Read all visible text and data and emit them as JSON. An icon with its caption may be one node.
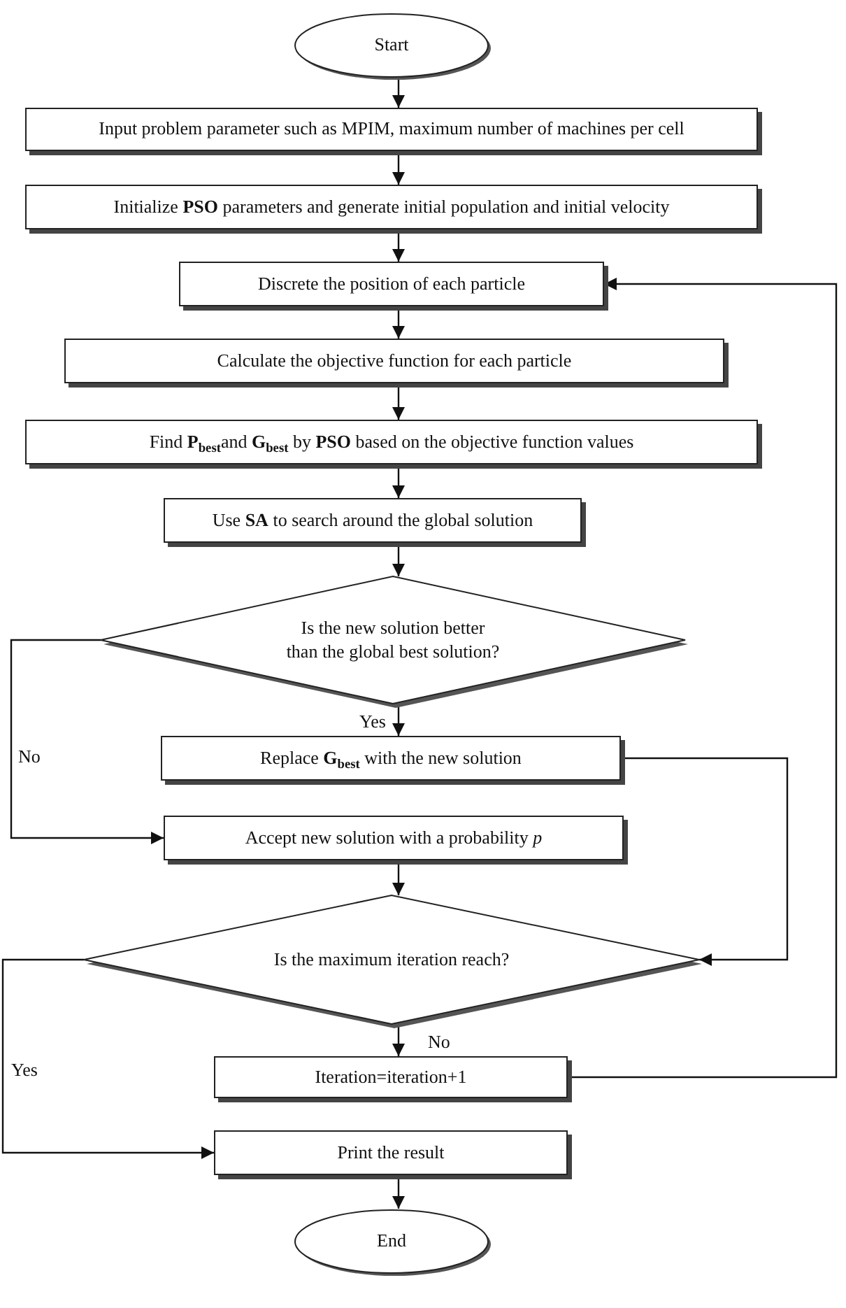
{
  "diagram": {
    "nodes": [
      {
        "text": [
          "Start"
        ]
      },
      {
        "text": [
          "Input problem parameter such as MPIM, maximum number of machines per cell"
        ]
      },
      {
        "text": [
          "Initialize **PSO** parameters and generate initial population and initial velocity"
        ]
      },
      {
        "text": [
          "Discrete the position of each particle"
        ]
      },
      {
        "text": [
          "Calculate the objective function for each particle"
        ]
      },
      {
        "text": [
          "Find **P**$_{best}$and **G**$_{best}$ by **PSO** based on the objective function values"
        ]
      },
      {
        "text": [
          "Use **SA** to search around the global solution"
        ]
      },
      {
        "text": [
          "Is the new solution better than the global best solution?"
        ]
      },
      {
        "text": [
          "Replace **G**$_{best}$ with the new solution"
        ]
      },
      {
        "text": [
          "Accept new solution with a probability *p*"
        ]
      },
      {
        "text": [
          "Is the maximum iteration reach?"
        ]
      },
      {
        "text": [
          "Iteration=iteration+1"
        ]
      },
      {
        "text": [
          "Print the result"
        ]
      },
      {
        "text": [
          "End"
        ]
      }
    ],
    "edges": [
      {
        "from": 0,
        "to": 1,
        "arrow": "to"
      },
      {
        "from": 1,
        "to": 2,
        "arrow": "to"
      },
      {
        "from": 2,
        "to": 3,
        "arrow": "to"
      },
      {
        "from": 3,
        "to": 4,
        "arrow": "to"
      },
      {
        "from": 4,
        "to": 5,
        "arrow": "to"
      },
      {
        "from": 5,
        "to": 6,
        "arrow": "to"
      },
      {
        "from": 6,
        "to": 7,
        "arrow": "to"
      },
      {
        "from": 7,
        "to": 8,
        "arrow": "to",
        "label": "Yes"
      },
      {
        "from": 7,
        "to": 9,
        "arrow": "to",
        "label": "No"
      },
      {
        "from": 8,
        "to": 10,
        "arrow": "to"
      },
      {
        "from": 9,
        "to": 10,
        "arrow": "to"
      },
      {
        "from": 10,
        "to": 11,
        "arrow": "to",
        "label": "No"
      },
      {
        "from": 10,
        "to": 12,
        "arrow": "to",
        "label": "Yes"
      },
      {
        "from": 11,
        "to": 3,
        "arrow": "to"
      },
      {
        "from": 12,
        "to": 13,
        "arrow": "to"
      }
    ]
  }
}
